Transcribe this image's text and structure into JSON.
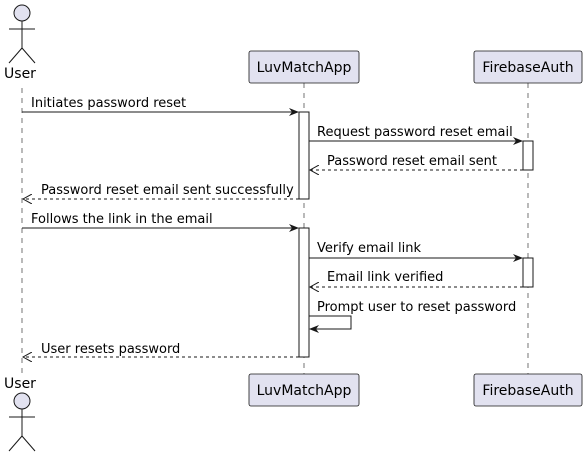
{
  "participants": {
    "user": "User",
    "app": "LuvMatchApp",
    "firebase": "FirebaseAuth"
  },
  "messages": [
    {
      "id": "m1",
      "from": "User",
      "to": "LuvMatchApp",
      "label": "Initiates password reset",
      "style": "solid"
    },
    {
      "id": "m2",
      "from": "LuvMatchApp",
      "to": "FirebaseAuth",
      "label": "Request password reset email",
      "style": "solid"
    },
    {
      "id": "m3",
      "from": "FirebaseAuth",
      "to": "LuvMatchApp",
      "label": "Password reset email sent",
      "style": "dashed"
    },
    {
      "id": "m4",
      "from": "LuvMatchApp",
      "to": "User",
      "label": "Password reset email sent successfully",
      "style": "dashed"
    },
    {
      "id": "m5",
      "from": "User",
      "to": "LuvMatchApp",
      "label": "Follows the link in the email",
      "style": "solid"
    },
    {
      "id": "m6",
      "from": "LuvMatchApp",
      "to": "FirebaseAuth",
      "label": "Verify email link",
      "style": "solid"
    },
    {
      "id": "m7",
      "from": "FirebaseAuth",
      "to": "LuvMatchApp",
      "label": "Email link verified",
      "style": "dashed"
    },
    {
      "id": "m8",
      "from": "LuvMatchApp",
      "to": "LuvMatchApp",
      "label": "Prompt user to reset password",
      "style": "solid"
    },
    {
      "id": "m9",
      "from": "LuvMatchApp",
      "to": "User",
      "label": "User resets password",
      "style": "dashed"
    }
  ],
  "colors": {
    "participant_fill": "#e2e2f0",
    "participant_border": "#181818",
    "lifeline": "#181818",
    "activation_fill": "#ffffff"
  }
}
